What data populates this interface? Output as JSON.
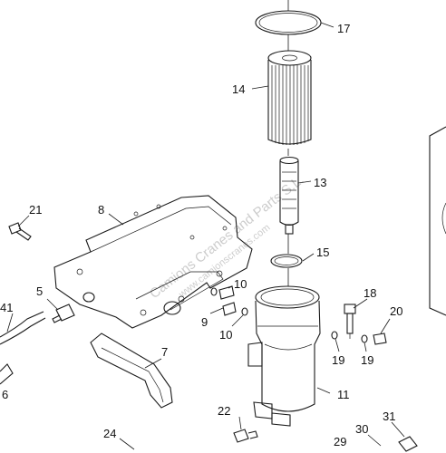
{
  "diagram": {
    "callouts": [
      {
        "id": "17",
        "label": "17"
      },
      {
        "id": "14",
        "label": "14"
      },
      {
        "id": "13",
        "label": "13"
      },
      {
        "id": "21",
        "label": "21"
      },
      {
        "id": "8",
        "label": "8"
      },
      {
        "id": "15",
        "label": "15"
      },
      {
        "id": "5",
        "label": "5"
      },
      {
        "id": "10a",
        "label": "10"
      },
      {
        "id": "18",
        "label": "18"
      },
      {
        "id": "20",
        "label": "20"
      },
      {
        "id": "41",
        "label": "41"
      },
      {
        "id": "9",
        "label": "9"
      },
      {
        "id": "10b",
        "label": "10"
      },
      {
        "id": "19a",
        "label": "19"
      },
      {
        "id": "19b",
        "label": "19"
      },
      {
        "id": "7",
        "label": "7"
      },
      {
        "id": "6",
        "label": "6"
      },
      {
        "id": "11",
        "label": "11"
      },
      {
        "id": "22",
        "label": "22"
      },
      {
        "id": "24",
        "label": "24"
      },
      {
        "id": "31",
        "label": "31"
      },
      {
        "id": "30",
        "label": "30"
      },
      {
        "id": "29",
        "label": "29"
      }
    ],
    "watermark": {
      "line1": "Camions Cranes and Parts S.L.",
      "line2": "www.camionscranes.com"
    }
  }
}
